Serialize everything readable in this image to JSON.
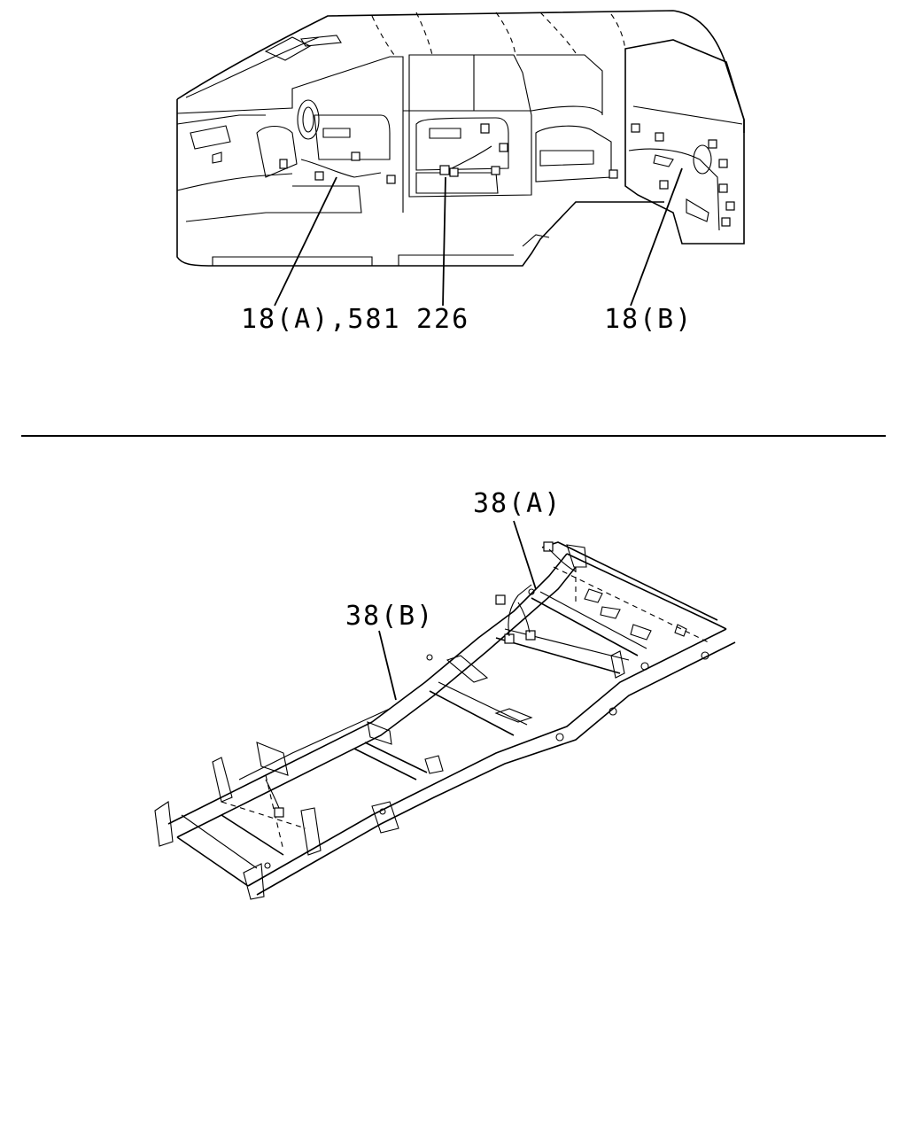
{
  "labels": {
    "top_left": "18(A),581",
    "top_center": "226",
    "top_right": "18(B)",
    "bottom_a": "38(A)",
    "bottom_b": "38(B)"
  },
  "colors": {
    "line": "#000000",
    "background": "#ffffff"
  }
}
